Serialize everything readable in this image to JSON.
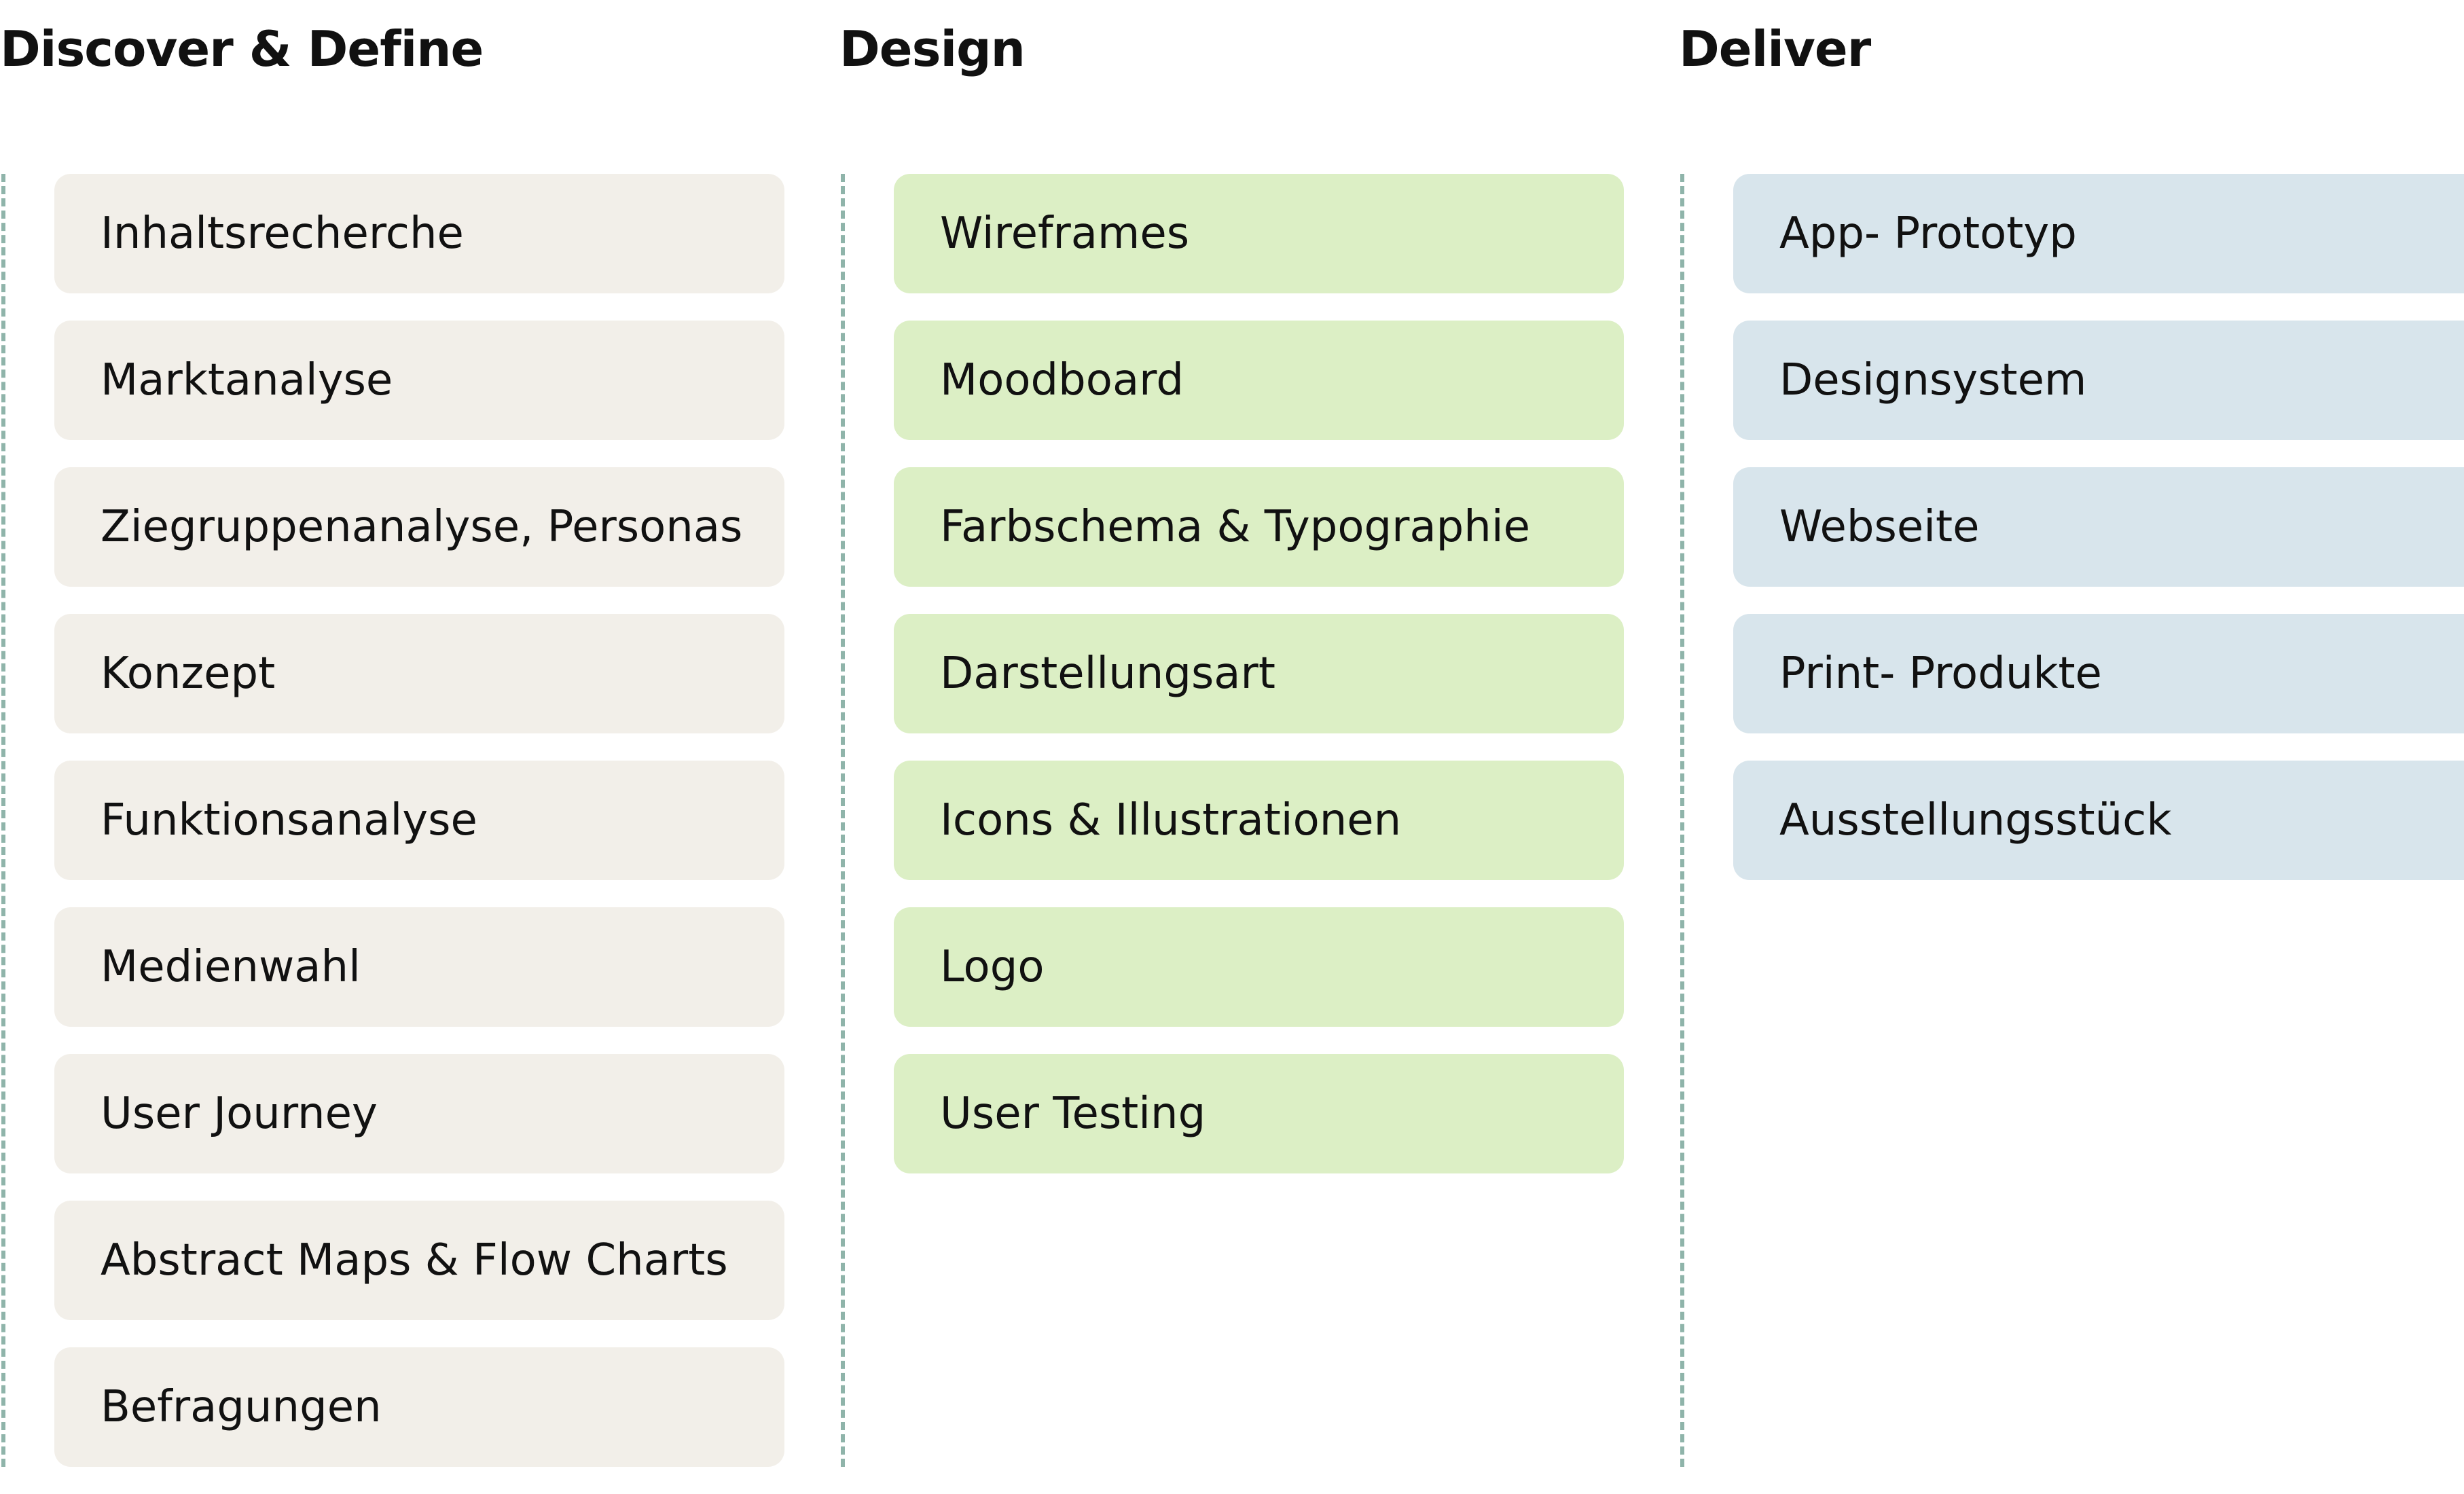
{
  "columns": [
    {
      "title": "Discover & Define",
      "color": "#f2efe9",
      "items": [
        "Inhaltsrecherche",
        "Marktanalyse",
        "Ziegruppenanalyse, Personas",
        "Konzept",
        "Funktionsanalyse",
        "Medienwahl",
        "User Journey",
        "Abstract Maps & Flow Charts",
        "Befragungen"
      ]
    },
    {
      "title": "Design",
      "color": "#dcefc5",
      "items": [
        "Wireframes",
        "Moodboard",
        "Farbschema & Typographie",
        "Darstellungsart",
        "Icons & Illustrationen",
        "Logo",
        "User Testing"
      ]
    },
    {
      "title": "Deliver",
      "color": "#d8e5ec",
      "items": [
        "App- Prototyp",
        "Designsystem",
        "Webseite",
        "Print- Produkte",
        "Ausstellungsstück"
      ]
    }
  ],
  "divider_color": "#8fb4aa"
}
